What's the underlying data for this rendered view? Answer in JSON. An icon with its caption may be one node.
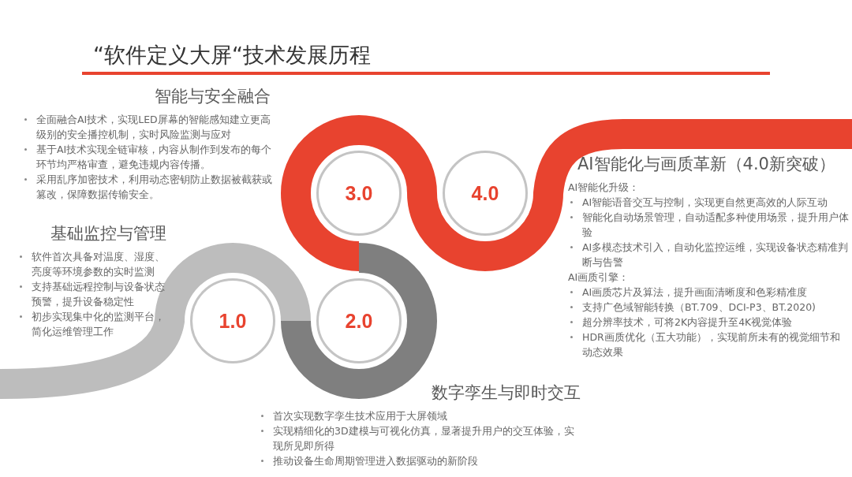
{
  "diagram": {
    "title": "“软件定义大屏“技术发展历程",
    "nodes": [
      {
        "text": [
          "1.0"
        ],
        "beside": [
          "基础监控与管理",
          "软件首次具备对温度、湿度、亮度等环境参数的实时监测",
          "支持基础远程控制与设备状态预警，提升设备稳定性",
          "初步实现集中化的监测平台，简化运维管理工作"
        ]
      },
      {
        "text": [
          "2.0"
        ],
        "beside": [
          "数字孪生与即时交互",
          "首次实现数字孪生技术应用于大屏领域",
          "实现精细化的3D建模与可视化仿真，显著提升用户的交互体验，实现所见即所得",
          "推动设备生命周期管理进入数据驱动的新阶段"
        ]
      },
      {
        "text": [
          "3.0"
        ],
        "beside": [
          "智能与安全融合",
          "全面融合AI技术，实现LED屏幕的智能感知建立更高级别的安全播控机制，实时风险监测与应对",
          "基于AI技术实现全链审核，内容从制作到发布的每个环节均严格审查，避免违规内容传播。",
          "采用乱序加密技术，利用动态密钥防止数据被截获或篡改，保障数据传输安全。"
        ]
      },
      {
        "text": [
          "4.0"
        ],
        "beside": [
          "AI智能化与画质革新（4.0新突破）",
          "AI智能化升级：",
          "AI智能语音交互与控制，实现更自然更高效的人际互动",
          "智能化自动场景管理，自动适配多种使用场景，提升用户体验",
          "AI多模态技术引入，自动化监控运维，实现设备状态精准判断与告警",
          "AI画质引擎：",
          "AI画质芯片及算法，提升画面清晰度和色彩精准度",
          "支持广色域智能转换（BT.709、DCI-P3、BT.2020)",
          "超分辨率技术，可将2K内容提升至4K视觉体验",
          "HDR画质优化（五大功能），实现前所未有的视觉细节和动态效果"
        ]
      }
    ]
  }
}
